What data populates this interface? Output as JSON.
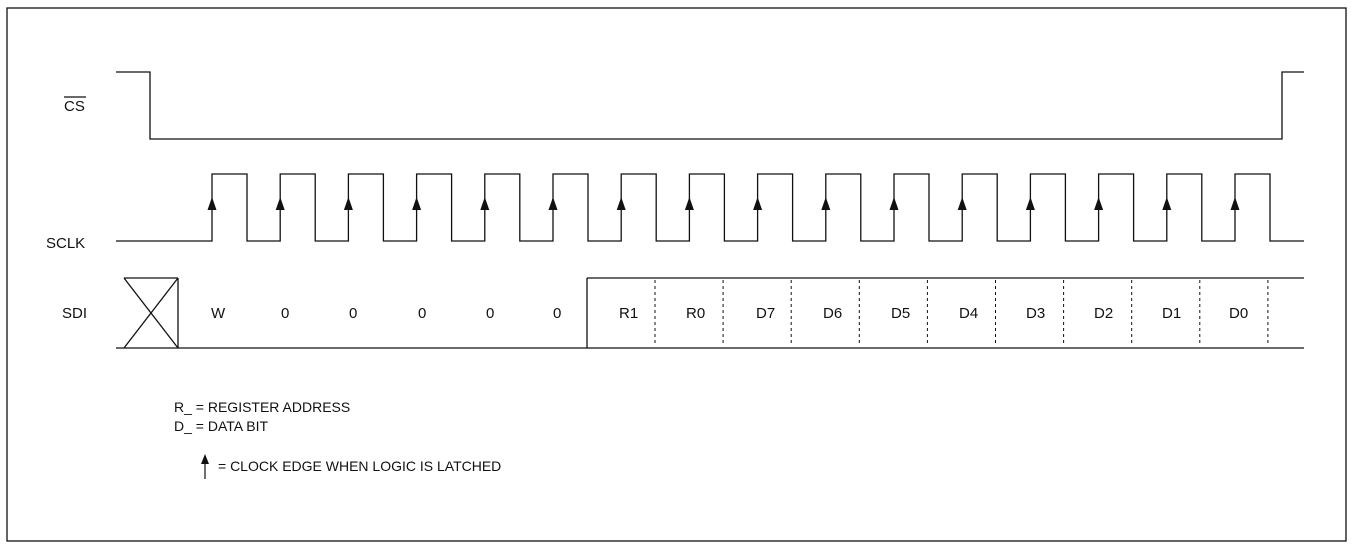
{
  "signals": {
    "cs": "CS",
    "sclk": "SCLK",
    "sdi": "SDI"
  },
  "sdi_bits": [
    "W",
    "0",
    "0",
    "0",
    "0",
    "0",
    "R1",
    "R0",
    "D7",
    "D6",
    "D5",
    "D4",
    "D3",
    "D2",
    "D1",
    "D0"
  ],
  "sclk_rising_edges": 16,
  "legend": {
    "register": "R_ = REGISTER ADDRESS",
    "data": "D_ = DATA BIT",
    "clock_edge": "= CLOCK EDGE WHEN LOGIC IS LATCHED"
  },
  "icons": {
    "clock_edge": "up-arrow-icon",
    "dont_care": "x-cross-icon"
  }
}
